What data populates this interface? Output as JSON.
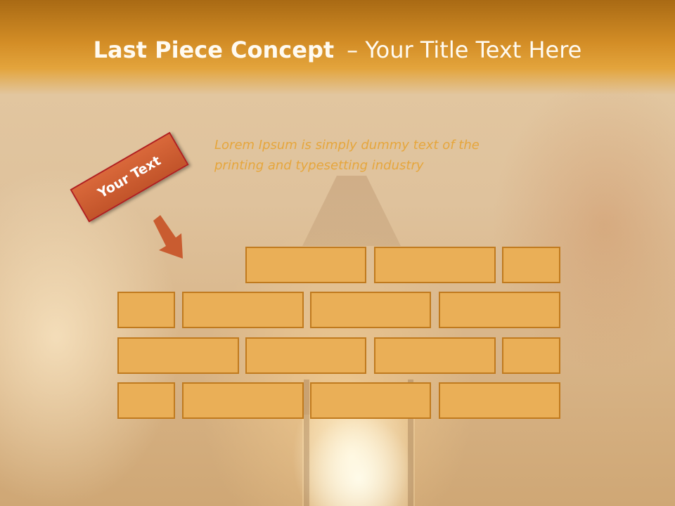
{
  "slide": {
    "title_main": "Last Piece Concept",
    "title_dash": "–",
    "title_sub": "Your Title Text Here",
    "lorem": "Lorem Ipsum is simply dummy text of the printing and typesetting industry",
    "tag_label": "Your Text"
  },
  "icons": {
    "arrow": "down-right-arrow-icon"
  },
  "colors": {
    "header": "#d38d26",
    "brick_fill": "#eaaf57",
    "brick_border": "#c07a1e",
    "tag_fill": "#c95c30",
    "tag_border": "#b11e1e",
    "lorem_text": "#e6a63c"
  }
}
